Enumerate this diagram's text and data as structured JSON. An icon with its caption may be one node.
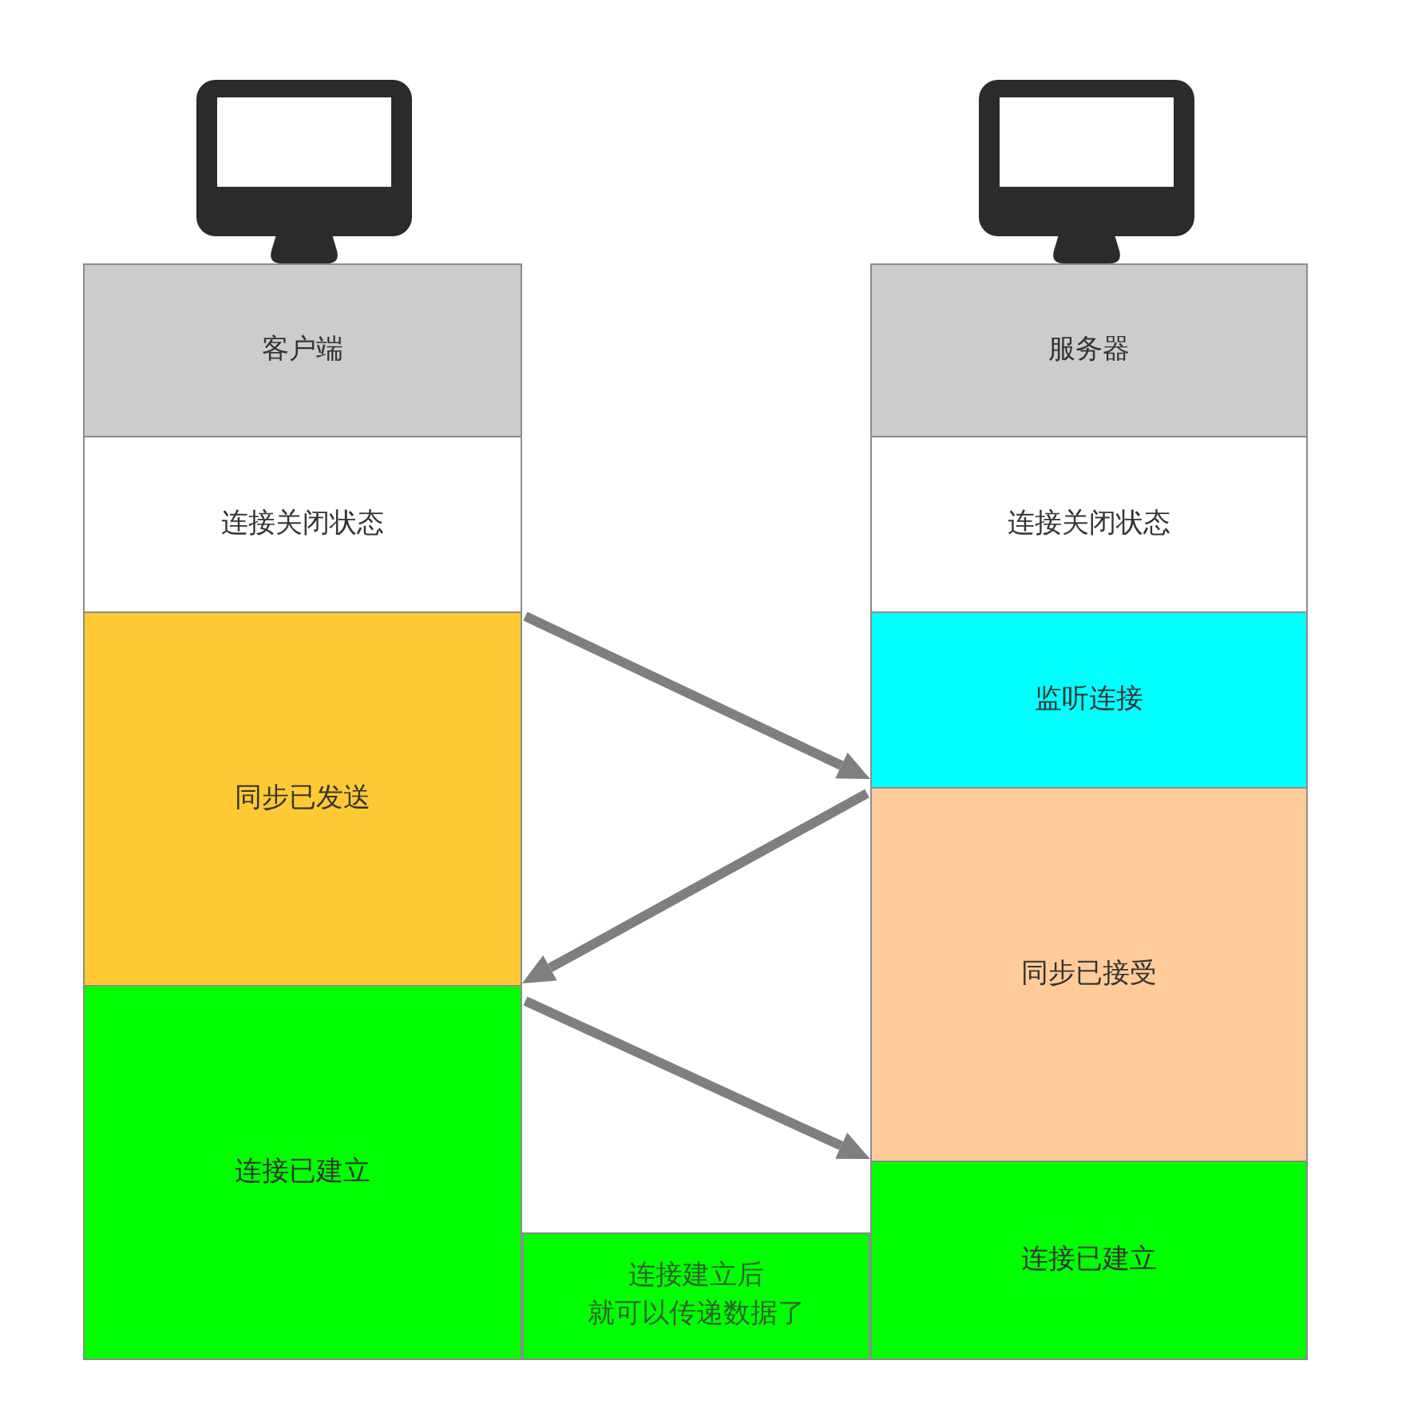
{
  "diagram": {
    "nodes": [
      {
        "text": [
          "客户端"
        ]
      },
      {
        "text": [
          "连接关闭状态"
        ]
      },
      {
        "text": [
          "同步已发送"
        ]
      },
      {
        "text": [
          "连接已建立"
        ]
      },
      {
        "text": [
          "服务器"
        ]
      },
      {
        "text": [
          "连接关闭状态"
        ]
      },
      {
        "text": [
          "监听连接"
        ]
      },
      {
        "text": [
          "同步已接受"
        ]
      },
      {
        "text": [
          "连接已建立"
        ]
      },
      {
        "text": [
          "连接建立后就可以传递数据了"
        ]
      }
    ],
    "edges": [
      {
        "from": 2,
        "to": 6,
        "arrow": "to"
      },
      {
        "from": 7,
        "to": 2,
        "arrow": "to"
      },
      {
        "from": 3,
        "to": 7,
        "arrow": "to"
      }
    ]
  }
}
